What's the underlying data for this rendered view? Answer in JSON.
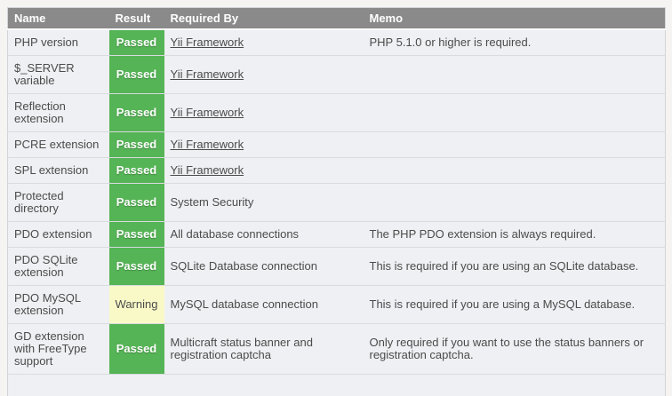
{
  "table": {
    "columns": [
      {
        "label": "Name"
      },
      {
        "label": "Result"
      },
      {
        "label": "Required By"
      },
      {
        "label": "Memo"
      }
    ],
    "rows": [
      {
        "name": "PHP version",
        "result": "Passed",
        "status": "passed",
        "required_by": "Yii Framework",
        "required_by_is_link": true,
        "memo": "PHP 5.1.0 or higher is required."
      },
      {
        "name": "$_SERVER variable",
        "result": "Passed",
        "status": "passed",
        "required_by": "Yii Framework",
        "required_by_is_link": true,
        "memo": ""
      },
      {
        "name": "Reflection extension",
        "result": "Passed",
        "status": "passed",
        "required_by": "Yii Framework",
        "required_by_is_link": true,
        "memo": ""
      },
      {
        "name": "PCRE extension",
        "result": "Passed",
        "status": "passed",
        "required_by": "Yii Framework",
        "required_by_is_link": true,
        "memo": ""
      },
      {
        "name": "SPL extension",
        "result": "Passed",
        "status": "passed",
        "required_by": "Yii Framework",
        "required_by_is_link": true,
        "memo": ""
      },
      {
        "name": "Protected directory",
        "result": "Passed",
        "status": "passed",
        "required_by": "System Security",
        "required_by_is_link": false,
        "memo": ""
      },
      {
        "name": "PDO extension",
        "result": "Passed",
        "status": "passed",
        "required_by": "All database connections",
        "required_by_is_link": false,
        "memo": "The PHP PDO extension is always required."
      },
      {
        "name": "PDO SQLite extension",
        "result": "Passed",
        "status": "passed",
        "required_by": "SQLite Database connection",
        "required_by_is_link": false,
        "memo": "This is required if you are using an SQLite database."
      },
      {
        "name": "PDO MySQL extension",
        "result": "Warning",
        "status": "warning",
        "required_by": "MySQL database connection",
        "required_by_is_link": false,
        "memo": "This is required if you are using a MySQL database."
      },
      {
        "name": "GD extension with FreeType support",
        "result": "Passed",
        "status": "passed",
        "required_by": "Multicraft status banner and registration captcha",
        "required_by_is_link": false,
        "memo": "Only required if you want to use the status banners or registration captcha."
      }
    ],
    "colors": {
      "header_bg": "#8a8a8a",
      "passed_bg": "#55b455",
      "warning_bg": "#f9f9c8",
      "row_bg": "#eef0f3",
      "border": "#d9dbde",
      "text": "#4b4b4b"
    }
  }
}
